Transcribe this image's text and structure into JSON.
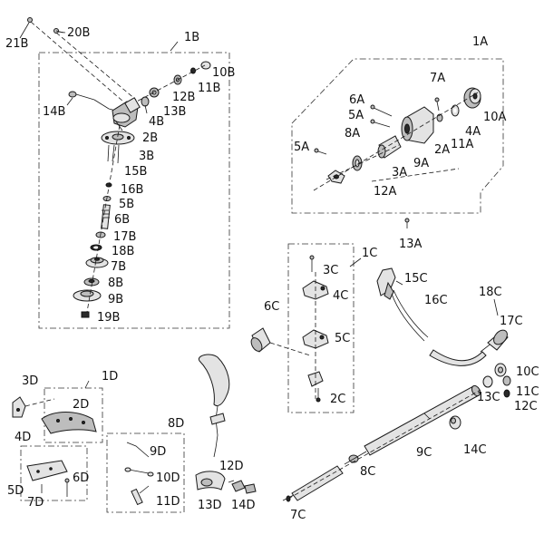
{
  "labels": {
    "b20": "20B",
    "b21": "21B",
    "b1": "1B",
    "b10": "10B",
    "b11": "11B",
    "b12": "12B",
    "b13": "13B",
    "b14": "14B",
    "b4": "4B",
    "b2": "2B",
    "b3": "3B",
    "b15": "15B",
    "b16": "16B",
    "b5": "5B",
    "b6": "6B",
    "b17": "17B",
    "b18": "18B",
    "b7": "7B",
    "b8": "8B",
    "b9": "9B",
    "b19": "19B",
    "a1": "1A",
    "a7": "7A",
    "a6": "6A",
    "a5": "5A",
    "a8": "8A",
    "a10": "10A",
    "a4": "4A",
    "a2": "2A",
    "a11": "11A",
    "a9": "9A",
    "a3": "3A",
    "a5b": "5A",
    "a12": "12A",
    "a13": "13A",
    "c1": "1C",
    "c3": "3C",
    "c15": "15C",
    "c4": "4C",
    "c16": "16C",
    "c18": "18C",
    "c6": "6C",
    "c17": "17C",
    "c5": "5C",
    "c10": "10C",
    "c11": "11C",
    "c13": "13C",
    "c12": "12C",
    "c2": "2C",
    "c14": "14C",
    "c9": "9C",
    "c8": "8C",
    "c7": "7C",
    "d1": "1D",
    "d3": "3D",
    "d2": "2D",
    "d4": "4D",
    "d8": "8D",
    "d9": "9D",
    "d6": "6D",
    "d10": "10D",
    "d5": "5D",
    "d7": "7D",
    "d11": "11D",
    "d12": "12D",
    "d13": "13D",
    "d14": "14D"
  }
}
